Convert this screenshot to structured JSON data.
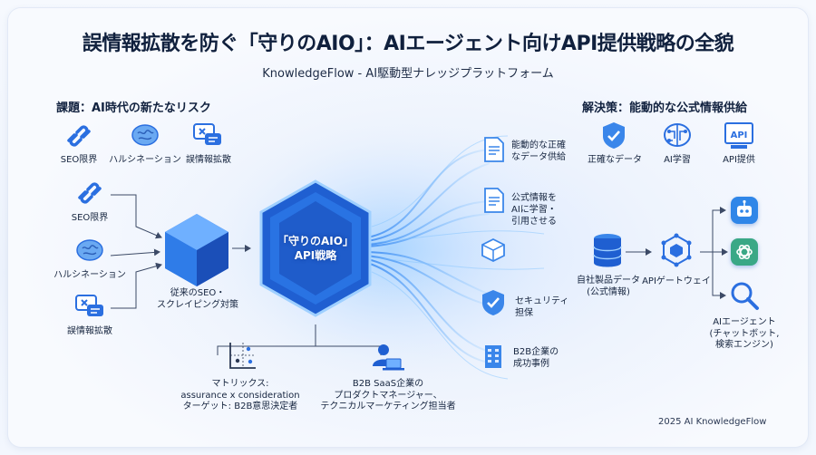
{
  "header": {
    "title": "誤情報拡散を防ぐ「守りのAIO」：AIエージェント向けAPI提供戦略の全貌",
    "subtitle": "KnowledgeFlow - AI駆動型ナレッジプラットフォーム"
  },
  "problem": {
    "title": "課題：AI時代の新たなリスク",
    "top_items": [
      {
        "label": "SEO限界",
        "icon": "broken-link-icon"
      },
      {
        "label": "ハルシネーション",
        "icon": "brain-icon"
      },
      {
        "label": "誤情報拡散",
        "icon": "chat-error-icon"
      }
    ],
    "left_items": [
      {
        "label": "SEO限界",
        "icon": "broken-link-icon"
      },
      {
        "label": "ハルシネーション",
        "icon": "brain-icon"
      },
      {
        "label": "誤情報拡散",
        "icon": "chat-error-icon"
      }
    ],
    "legacy_label": "従来のSEO・\nスクレイピング対策"
  },
  "core": {
    "label": "「守りのAIO」\nAPI戦略"
  },
  "matrix": {
    "label": "マトリックス:\nassurance x consideration\nターゲット: B2B意思決定者"
  },
  "target": {
    "label": "B2B SaaS企業の\nプロダクトマネージャー、\nテクニカルマーケティング担当者"
  },
  "outputs": [
    {
      "label": "能動的な正確\nなデータ供給",
      "icon": "document-icon"
    },
    {
      "label": "公式情報を\nAIに学習・\n引用させる",
      "icon": "document-icon"
    },
    {
      "label": "",
      "icon": "cube-icon"
    },
    {
      "label": "セキュリティ\n担保",
      "icon": "shield-check-icon"
    },
    {
      "label": "B2B企業の\n成功事例",
      "icon": "building-icon"
    }
  ],
  "solution": {
    "title": "解決策：能動的な公式情報供給",
    "items": [
      {
        "label": "正確なデータ",
        "icon": "shield-check-icon"
      },
      {
        "label": "AI学習",
        "icon": "brain-circuit-icon"
      },
      {
        "label": "API提供",
        "icon": "api-icon"
      }
    ]
  },
  "pipeline": {
    "database_label": "自社製品データ\n(公式情報)",
    "gateway_label": "APIゲートウェイ",
    "agents_label": "AIエージェント\n(チャットボット,\n検索エンジン)",
    "agent_icons": [
      "robot-icon",
      "openai-icon",
      "search-icon"
    ]
  },
  "footer": {
    "copyright": "2025 AI KnowledgeFlow"
  },
  "colors": {
    "accent": "#2f7fe6",
    "accent_dark": "#1a56c7",
    "glow": "#7fbaff",
    "text": "#15233d"
  }
}
